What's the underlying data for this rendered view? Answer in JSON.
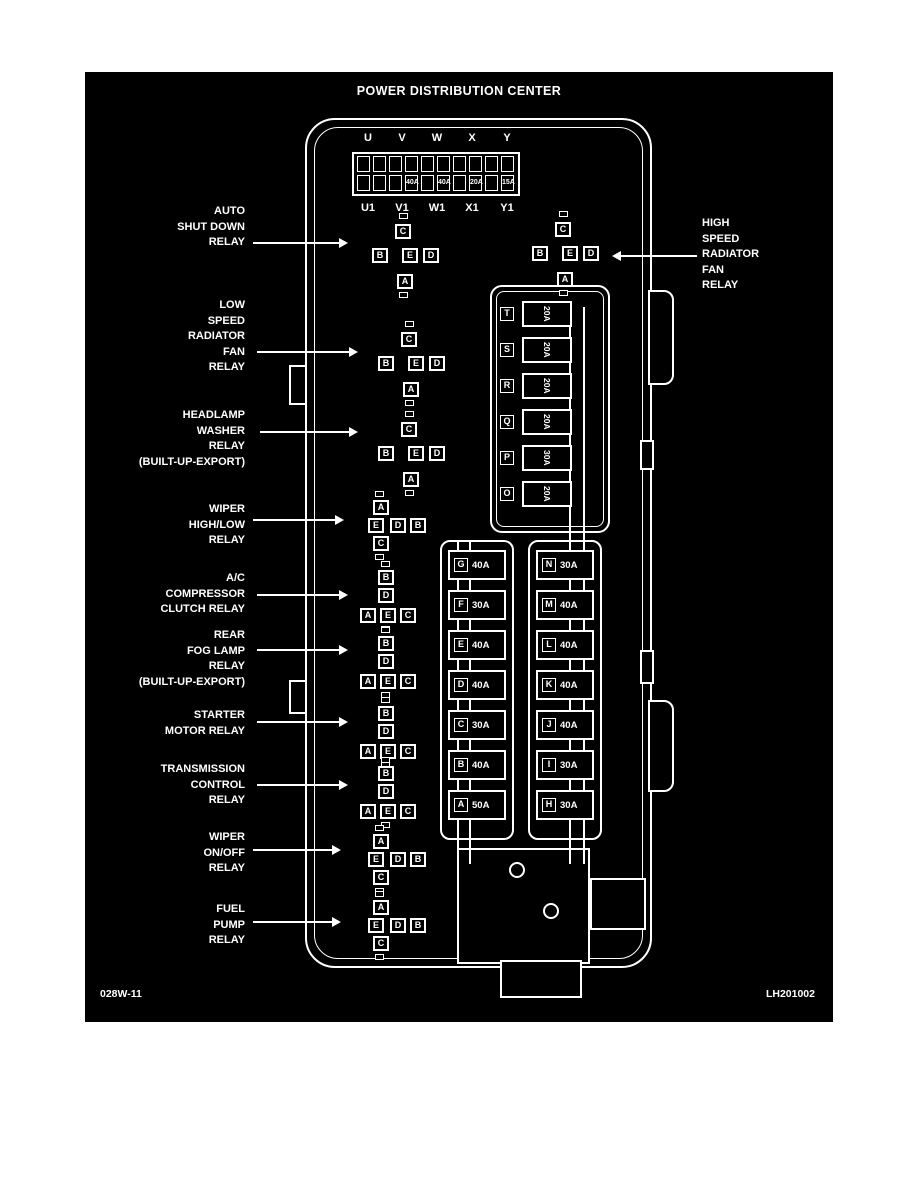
{
  "diagram": {
    "title": "POWER DISTRIBUTION CENTER",
    "footer_left": "028W-11",
    "footer_right": "LH201002"
  },
  "top_connector": {
    "letters_top": [
      "U",
      "V",
      "W",
      "X",
      "Y"
    ],
    "letters_bottom": [
      "U1",
      "V1",
      "W1",
      "X1",
      "Y1"
    ],
    "fuse_values": [
      "40A",
      "40A",
      "20A",
      "15A"
    ]
  },
  "left_labels": [
    {
      "id": "auto-shut-down-relay",
      "lines": [
        "AUTO",
        "SHUT DOWN",
        "RELAY"
      ]
    },
    {
      "id": "low-speed-radiator-fan-relay",
      "lines": [
        "LOW",
        "SPEED",
        "RADIATOR",
        "FAN",
        "RELAY"
      ]
    },
    {
      "id": "headlamp-washer-relay",
      "lines": [
        "HEADLAMP",
        "WASHER",
        "RELAY",
        "(BUILT-UP-EXPORT)"
      ]
    },
    {
      "id": "wiper-high-low-relay",
      "lines": [
        "WIPER",
        "HIGH/LOW",
        "RELAY"
      ]
    },
    {
      "id": "ac-compressor-clutch-relay",
      "lines": [
        "A/C",
        "COMPRESSOR",
        "CLUTCH RELAY"
      ]
    },
    {
      "id": "rear-fog-lamp-relay",
      "lines": [
        "REAR",
        "FOG LAMP",
        "RELAY",
        "(BUILT-UP-EXPORT)"
      ]
    },
    {
      "id": "starter-motor-relay",
      "lines": [
        "STARTER",
        "MOTOR RELAY"
      ]
    },
    {
      "id": "transmission-control-relay",
      "lines": [
        "TRANSMISSION",
        "CONTROL",
        "RELAY"
      ]
    },
    {
      "id": "wiper-on-off-relay",
      "lines": [
        "WIPER",
        "ON/OFF",
        "RELAY"
      ]
    },
    {
      "id": "fuel-pump-relay",
      "lines": [
        "FUEL",
        "PUMP",
        "RELAY"
      ]
    }
  ],
  "right_labels": [
    {
      "id": "high-speed-radiator-fan-relay",
      "lines": [
        "HIGH",
        "SPEED",
        "RADIATOR",
        "FAN",
        "RELAY"
      ]
    }
  ],
  "relays": [
    {
      "id": "auto-shut-down-relay",
      "type": "A",
      "pins": [
        "C",
        "B",
        "E",
        "D",
        "A"
      ]
    },
    {
      "id": "high-speed-radiator-fan-relay",
      "type": "A",
      "pins": [
        "C",
        "B",
        "E",
        "D",
        "A"
      ]
    },
    {
      "id": "low-speed-radiator-fan-relay",
      "type": "A",
      "pins": [
        "C",
        "B",
        "E",
        "D",
        "A"
      ]
    },
    {
      "id": "headlamp-washer-relay",
      "type": "A",
      "pins": [
        "C",
        "B",
        "E",
        "D",
        "A"
      ]
    },
    {
      "id": "wiper-high-low-relay",
      "type": "B",
      "pins": [
        "A",
        "E",
        "D",
        "B",
        "C"
      ]
    },
    {
      "id": "ac-compressor-clutch-relay",
      "type": "C",
      "pins": [
        "B",
        "D",
        "A",
        "E",
        "C"
      ]
    },
    {
      "id": "rear-fog-lamp-relay",
      "type": "C",
      "pins": [
        "B",
        "D",
        "A",
        "E",
        "C"
      ]
    },
    {
      "id": "starter-motor-relay",
      "type": "C",
      "pins": [
        "B",
        "D",
        "A",
        "E",
        "C"
      ]
    },
    {
      "id": "transmission-control-relay",
      "type": "C",
      "pins": [
        "B",
        "D",
        "A",
        "E",
        "C"
      ]
    },
    {
      "id": "wiper-on-off-relay",
      "type": "B",
      "pins": [
        "A",
        "E",
        "D",
        "B",
        "C"
      ]
    },
    {
      "id": "fuel-pump-relay",
      "type": "B",
      "pins": [
        "A",
        "E",
        "D",
        "B",
        "C"
      ]
    }
  ],
  "center_fuse_block": {
    "rows": [
      {
        "letter": "T",
        "amp": "20A"
      },
      {
        "letter": "S",
        "amp": "20A"
      },
      {
        "letter": "R",
        "amp": "20A"
      },
      {
        "letter": "Q",
        "amp": "20A"
      },
      {
        "letter": "P",
        "amp": "30A"
      },
      {
        "letter": "O",
        "amp": "20A"
      }
    ]
  },
  "fuse_columns": {
    "left": [
      {
        "letter": "G",
        "amp": "40A"
      },
      {
        "letter": "F",
        "amp": "30A"
      },
      {
        "letter": "E",
        "amp": "40A"
      },
      {
        "letter": "D",
        "amp": "40A"
      },
      {
        "letter": "C",
        "amp": "30A"
      },
      {
        "letter": "B",
        "amp": "40A"
      },
      {
        "letter": "A",
        "amp": "50A"
      }
    ],
    "right": [
      {
        "letter": "N",
        "amp": "30A"
      },
      {
        "letter": "M",
        "amp": "40A"
      },
      {
        "letter": "L",
        "amp": "40A"
      },
      {
        "letter": "K",
        "amp": "40A"
      },
      {
        "letter": "J",
        "amp": "40A"
      },
      {
        "letter": "I",
        "amp": "30A"
      },
      {
        "letter": "H",
        "amp": "30A"
      }
    ]
  }
}
